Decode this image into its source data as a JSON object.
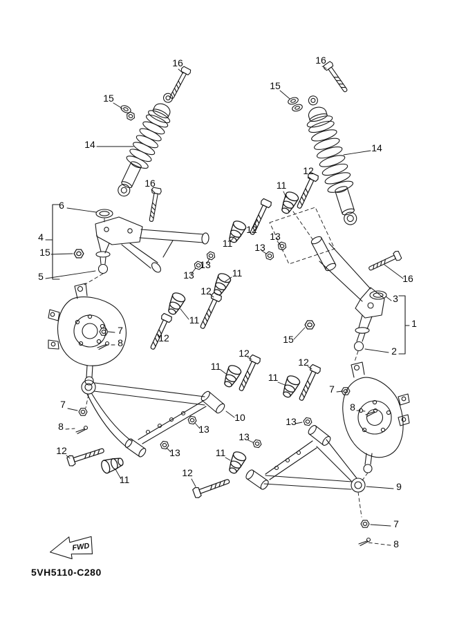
{
  "diagram": {
    "part_code": "5VH5110-C280",
    "fwd_label": "FWD",
    "ink_color": "#161616",
    "background": "#ffffff",
    "callouts": [
      {
        "label": "16"
      },
      {
        "label": "16"
      },
      {
        "label": "15"
      },
      {
        "label": "15"
      },
      {
        "label": "14"
      },
      {
        "label": "14"
      },
      {
        "label": "12"
      },
      {
        "label": "11"
      },
      {
        "label": "16"
      },
      {
        "label": "6"
      },
      {
        "label": "4"
      },
      {
        "label": "12"
      },
      {
        "label": "11"
      },
      {
        "label": "13"
      },
      {
        "label": "13"
      },
      {
        "label": "15"
      },
      {
        "label": "13"
      },
      {
        "label": "13"
      },
      {
        "label": "5"
      },
      {
        "label": "16"
      },
      {
        "label": "11"
      },
      {
        "label": "12"
      },
      {
        "label": "3"
      },
      {
        "label": "1"
      },
      {
        "label": "11"
      },
      {
        "label": "7"
      },
      {
        "label": "12"
      },
      {
        "label": "15"
      },
      {
        "label": "8"
      },
      {
        "label": "2"
      },
      {
        "label": "12"
      },
      {
        "label": "11"
      },
      {
        "label": "12"
      },
      {
        "label": "11"
      },
      {
        "label": "7"
      },
      {
        "label": "7"
      },
      {
        "label": "8"
      },
      {
        "label": "8"
      },
      {
        "label": "10"
      },
      {
        "label": "13"
      },
      {
        "label": "13"
      },
      {
        "label": "13"
      },
      {
        "label": "13"
      },
      {
        "label": "12"
      },
      {
        "label": "11"
      },
      {
        "label": "11"
      },
      {
        "label": "12"
      },
      {
        "label": "9"
      },
      {
        "label": "7"
      },
      {
        "label": "8"
      }
    ]
  }
}
